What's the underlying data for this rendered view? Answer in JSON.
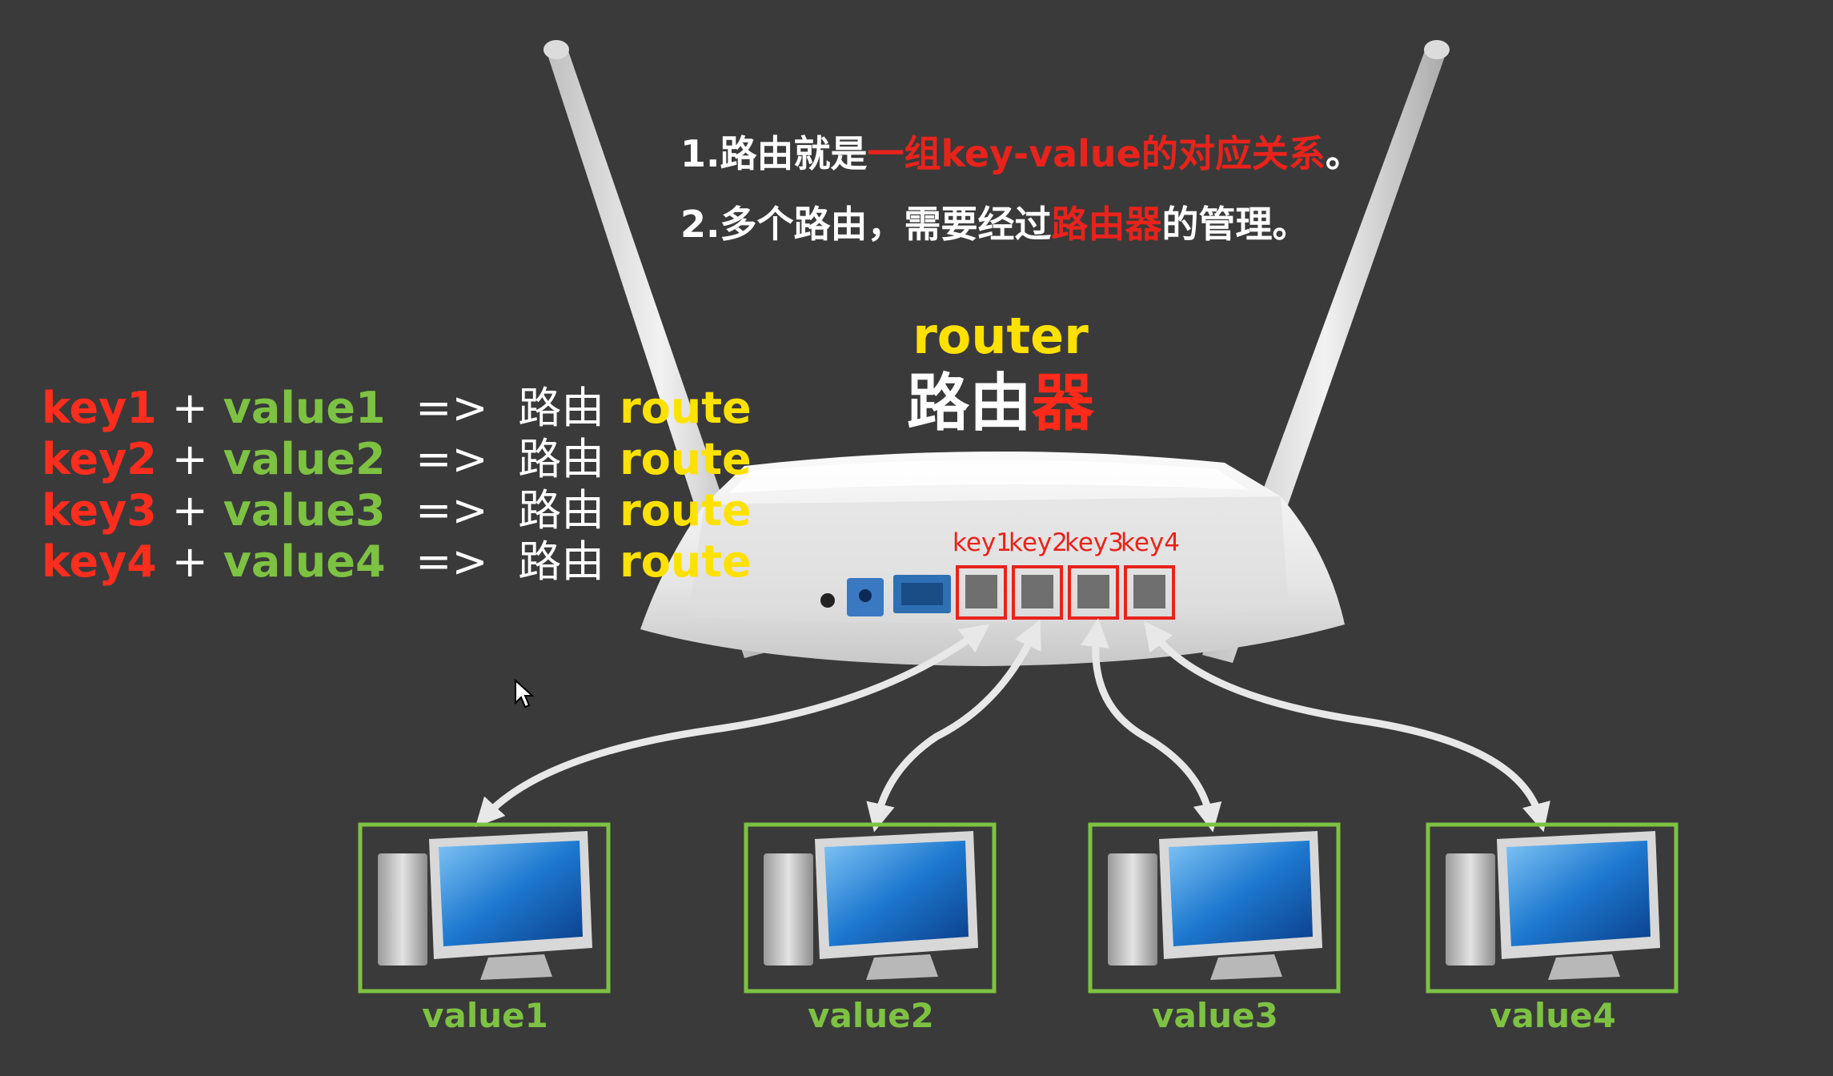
{
  "notes": {
    "line1_prefix": "1.路由就是",
    "line1_highlight": "一组key-value的对应关系",
    "line1_suffix": "。",
    "line2_prefix": "2.多个路由，需要经过",
    "line2_highlight": "路由器",
    "line2_suffix": "的管理。"
  },
  "router_title": {
    "english": "router",
    "chinese_prefix": "路由",
    "chinese_highlight": "器"
  },
  "mapping_rows": [
    {
      "key": "key1",
      "plus": "+",
      "value": "value1",
      "arrow": "=>",
      "cn": "路由",
      "route": "route"
    },
    {
      "key": "key2",
      "plus": "+",
      "value": "value2",
      "arrow": "=>",
      "cn": "路由",
      "route": "route"
    },
    {
      "key": "key3",
      "plus": "+",
      "value": "value3",
      "arrow": "=>",
      "cn": "路由",
      "route": "route"
    },
    {
      "key": "key4",
      "plus": "+",
      "value": "value4",
      "arrow": "=>",
      "cn": "路由",
      "route": "route"
    }
  ],
  "ports": [
    "key1",
    "key2",
    "key3",
    "key4"
  ],
  "computers": [
    "value1",
    "value2",
    "value3",
    "value4"
  ],
  "colors": {
    "background": "#3a3a3a",
    "key_red": "#ff2d1e",
    "value_green": "#7dc242",
    "route_yellow": "#ffe100",
    "port_box_red": "#e8231c",
    "pc_box_green": "#7dc242"
  },
  "icons": [
    "router-device",
    "antenna",
    "lan-port",
    "desktop-computer",
    "mouse-cursor-icon"
  ]
}
